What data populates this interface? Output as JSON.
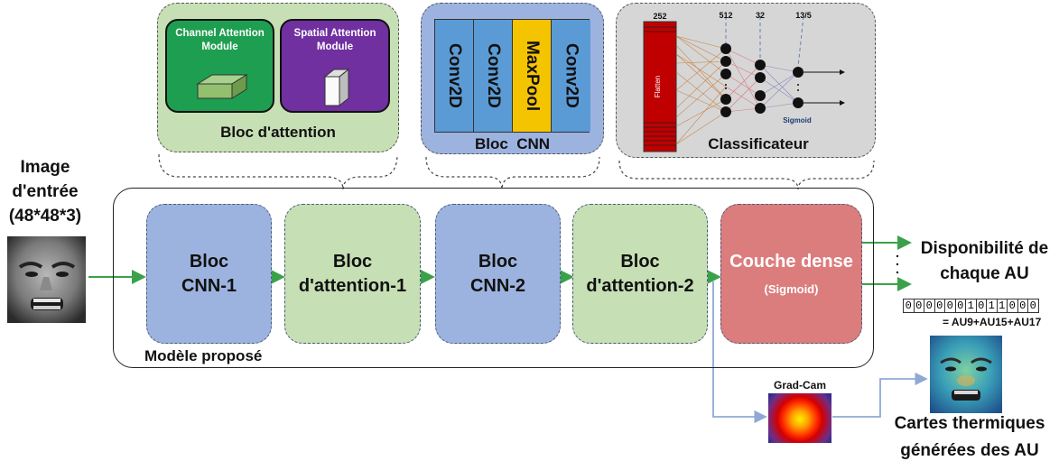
{
  "input": {
    "title_line1": "Image",
    "title_line2": "d'entrée",
    "title_line3": "(48*48*3)"
  },
  "attention_panel": {
    "channel_label": "Channel Attention Module",
    "spatial_label": "Spatial Attention Module",
    "title": "Bloc d'attention"
  },
  "cnn_panel": {
    "layers": [
      "Conv2D",
      "Conv2D",
      "MaxPool",
      "Conv2D"
    ],
    "title": "Bloc  CNN"
  },
  "classifier_panel": {
    "title": "Classificateur",
    "size_labels": [
      "252",
      "512",
      "32",
      "13/5"
    ],
    "flatten_label": "Flatten",
    "activation_label": "Sigmoid"
  },
  "model": {
    "label": "Modèle proposé",
    "blocks": [
      {
        "line1": "Bloc",
        "line2": "CNN-1"
      },
      {
        "line1": "Bloc",
        "line2": "d'attention-1"
      },
      {
        "line1": "Bloc",
        "line2": "CNN-2"
      },
      {
        "line1": "Bloc",
        "line2": "d'attention-2"
      }
    ],
    "dense_title": "Couche dense",
    "dense_subtitle": "(Sigmoid)"
  },
  "output": {
    "title_line1": "Disponibilité de",
    "title_line2": "chaque AU",
    "bits": [
      "0",
      "0",
      "0",
      "0",
      "0",
      "0",
      "1",
      "0",
      "1",
      "1",
      "0",
      "0",
      "0"
    ],
    "equation": "= AU9+AU15+AU17",
    "heatmap_line1": "Cartes thermiques",
    "heatmap_line2": "générées des AU"
  },
  "gradcam": {
    "label": "Grad-Cam"
  },
  "colors": {
    "arrow": "#3aa14a",
    "feedback_arrow": "#8fa9d4",
    "blue_block": "#9db3df",
    "green_block": "#c6dfb4",
    "dense_block": "#dc7d7d",
    "maxpool": "#f5c400",
    "conv": "#5b9bd5",
    "channel_module": "#1e9e50",
    "spatial_module": "#7030a0"
  }
}
